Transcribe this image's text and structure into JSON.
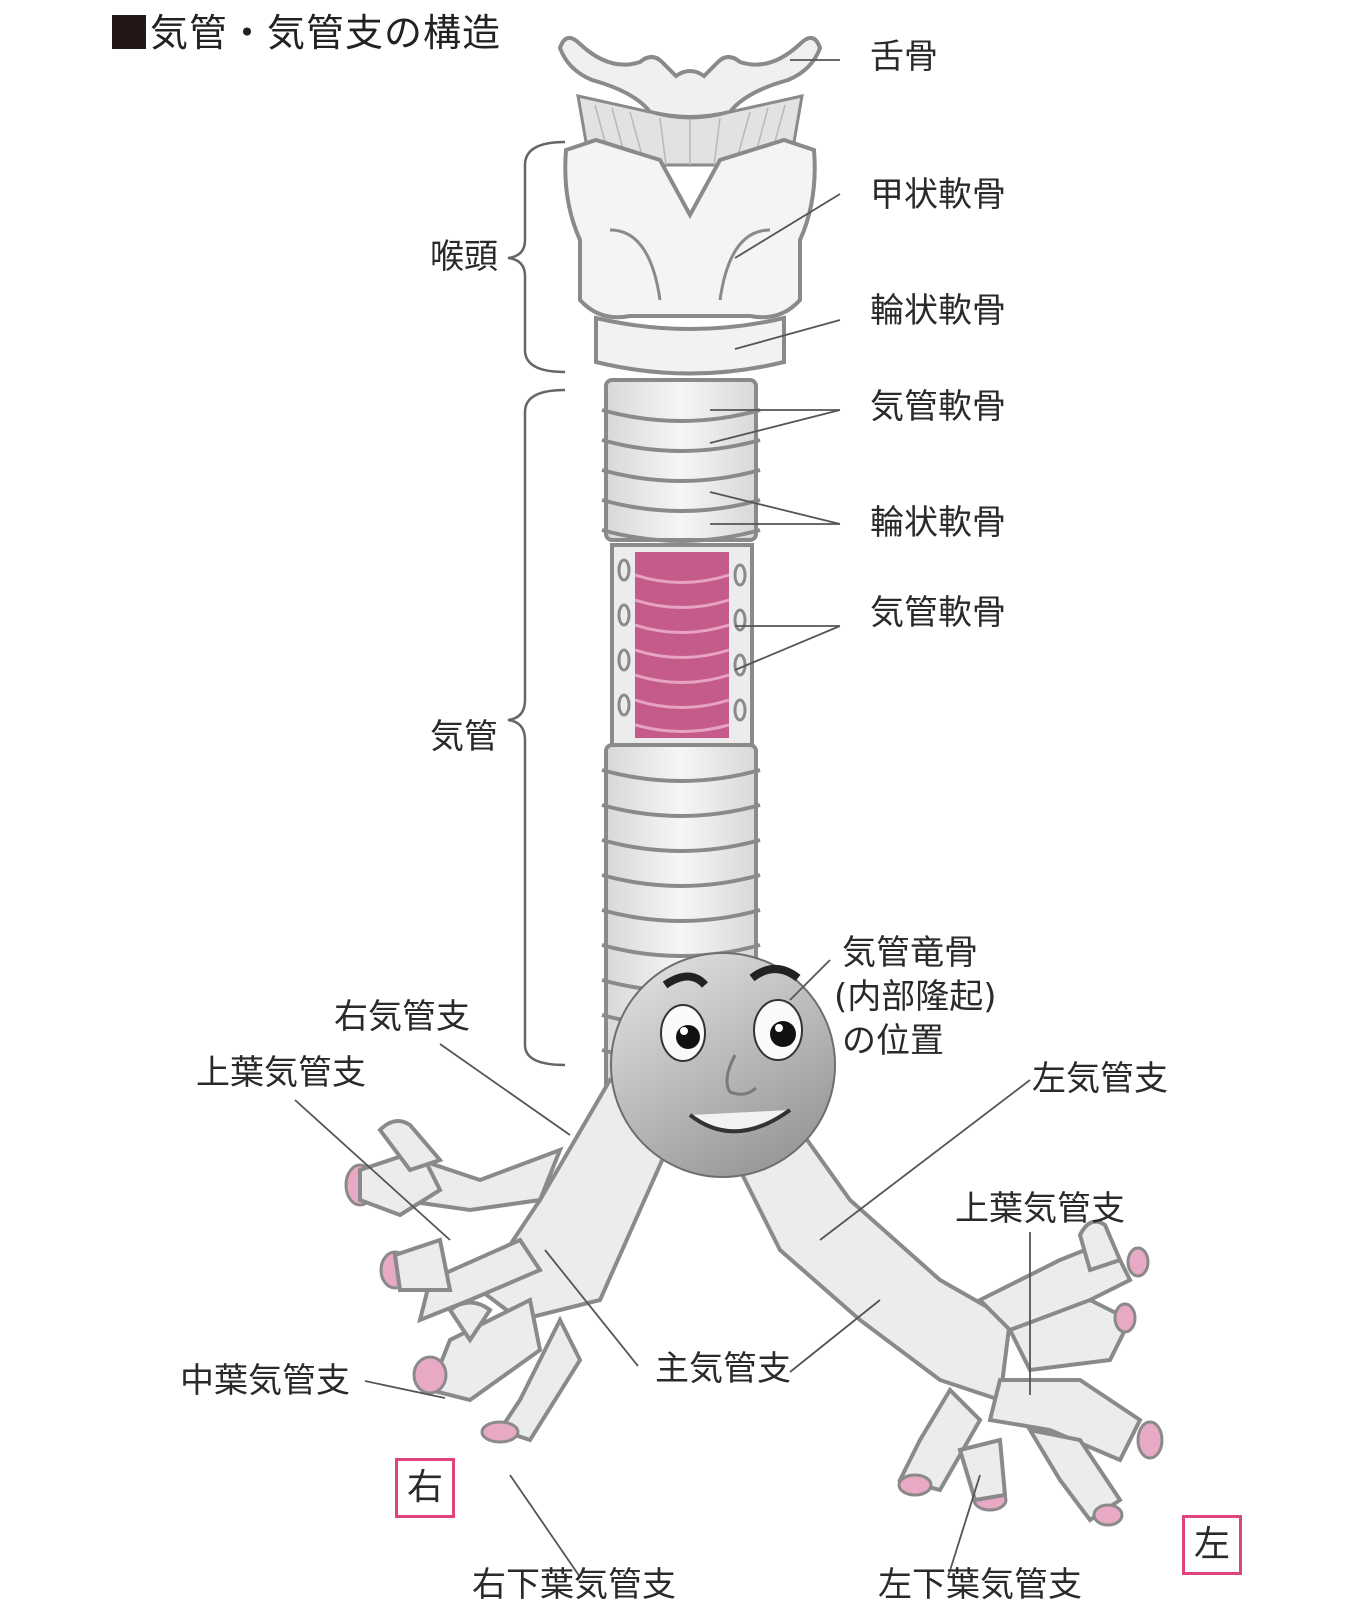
{
  "title": "気管・気管支の構造",
  "labels": {
    "hyoid": "舌骨",
    "thyroid_cartilage": "甲状軟骨",
    "cricoid_cartilage_top": "輪状軟骨",
    "tracheal_cartilage_1": "気管軟骨",
    "annular_cartilage": "輪状軟骨",
    "tracheal_cartilage_2": "気管軟骨",
    "larynx": "喉頭",
    "trachea": "気管",
    "carina_line1": "気管竜骨",
    "carina_line2": "(内部隆起)",
    "carina_line3": "の位置",
    "right_bronchus": "右気管支",
    "right_upper_lobe": "上葉気管支",
    "left_bronchus": "左気管支",
    "left_upper_lobe": "上葉気管支",
    "middle_lobe": "中葉気管支",
    "main_bronchus": "主気管支",
    "right_lower_lobe": "右下葉気管支",
    "left_lower_lobe": "左下葉気管支"
  },
  "side_labels": {
    "right": "右",
    "left": "左"
  },
  "colors": {
    "outline": "#8a8a8a",
    "fill": "#ececec",
    "mucosa": "#c55b8a",
    "side_box": "#e0447f",
    "leader": "#555555"
  }
}
